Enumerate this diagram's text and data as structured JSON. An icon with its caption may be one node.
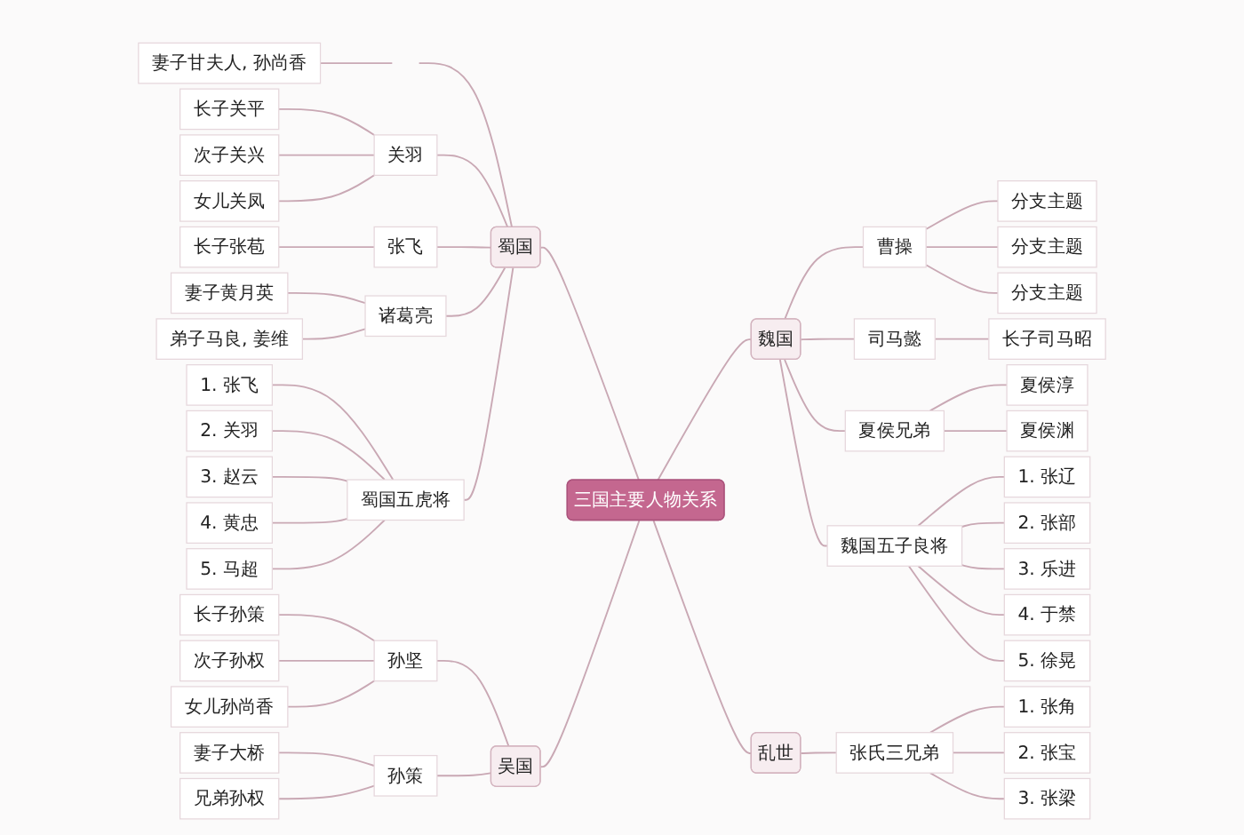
{
  "diagram": {
    "nodes": [
      {
        "text": [
          "三国主要人物关系"
        ]
      },
      {
        "text": [
          "蜀国"
        ]
      },
      {
        "text": [
          "妻子甘夫人, 孙尚香"
        ]
      },
      {
        "text": [
          "关羽"
        ]
      },
      {
        "text": [
          "长子关平"
        ]
      },
      {
        "text": [
          "次子关兴"
        ]
      },
      {
        "text": [
          "女儿关凤"
        ]
      },
      {
        "text": [
          "张飞"
        ]
      },
      {
        "text": [
          "长子张苞"
        ]
      },
      {
        "text": [
          "诸葛亮"
        ]
      },
      {
        "text": [
          "妻子黄月英"
        ]
      },
      {
        "text": [
          "弟子马良, 姜维"
        ]
      },
      {
        "text": [
          "蜀国五虎将"
        ]
      },
      {
        "text": [
          "1. 张飞"
        ]
      },
      {
        "text": [
          "2. 关羽"
        ]
      },
      {
        "text": [
          "3. 赵云"
        ]
      },
      {
        "text": [
          "4. 黄忠"
        ]
      },
      {
        "text": [
          "5. 马超"
        ]
      },
      {
        "text": [
          "吴国"
        ]
      },
      {
        "text": [
          "孙坚"
        ]
      },
      {
        "text": [
          "长子孙策"
        ]
      },
      {
        "text": [
          "次子孙权"
        ]
      },
      {
        "text": [
          "女儿孙尚香"
        ]
      },
      {
        "text": [
          "孙策"
        ]
      },
      {
        "text": [
          "妻子大桥"
        ]
      },
      {
        "text": [
          "兄弟孙权"
        ]
      },
      {
        "text": [
          "魏国"
        ]
      },
      {
        "text": [
          "曹操"
        ]
      },
      {
        "text": [
          "分支主题"
        ]
      },
      {
        "text": [
          "分支主题"
        ]
      },
      {
        "text": [
          "分支主题"
        ]
      },
      {
        "text": [
          "司马懿"
        ]
      },
      {
        "text": [
          "长子司马昭"
        ]
      },
      {
        "text": [
          "夏侯兄弟"
        ]
      },
      {
        "text": [
          "夏侯淳"
        ]
      },
      {
        "text": [
          "夏侯渊"
        ]
      },
      {
        "text": [
          "魏国五子良将"
        ]
      },
      {
        "text": [
          "1. 张辽"
        ]
      },
      {
        "text": [
          "2. 张部"
        ]
      },
      {
        "text": [
          "3. 乐进"
        ]
      },
      {
        "text": [
          "4. 于禁"
        ]
      },
      {
        "text": [
          "5. 徐晃"
        ]
      },
      {
        "text": [
          "乱世"
        ]
      },
      {
        "text": [
          "张氏三兄弟"
        ]
      },
      {
        "text": [
          "1. 张角"
        ]
      },
      {
        "text": [
          "2. 张宝"
        ]
      },
      {
        "text": [
          "3. 张梁"
        ]
      }
    ],
    "edges": [
      {
        "from": 1,
        "to": 0,
        "arrow": "none"
      },
      {
        "from": 2,
        "to": null,
        "arrow": "none"
      },
      {
        "from": null,
        "to": 1,
        "arrow": "none"
      },
      {
        "from": 3,
        "to": 1,
        "arrow": "none"
      },
      {
        "from": 4,
        "to": 3,
        "arrow": "none"
      },
      {
        "from": 5,
        "to": 3,
        "arrow": "none"
      },
      {
        "from": 6,
        "to": 3,
        "arrow": "none"
      },
      {
        "from": 7,
        "to": 1,
        "arrow": "none"
      },
      {
        "from": 8,
        "to": 7,
        "arrow": "none"
      },
      {
        "from": 9,
        "to": 1,
        "arrow": "none"
      },
      {
        "from": 10,
        "to": 9,
        "arrow": "none"
      },
      {
        "from": 11,
        "to": 9,
        "arrow": "none"
      },
      {
        "from": 12,
        "to": 1,
        "arrow": "none"
      },
      {
        "from": 13,
        "to": 12,
        "arrow": "none"
      },
      {
        "from": 14,
        "to": 12,
        "arrow": "none"
      },
      {
        "from": 15,
        "to": 12,
        "arrow": "none"
      },
      {
        "from": 16,
        "to": 12,
        "arrow": "none"
      },
      {
        "from": 17,
        "to": 12,
        "arrow": "none"
      },
      {
        "from": 18,
        "to": 0,
        "arrow": "none"
      },
      {
        "from": 19,
        "to": 18,
        "arrow": "none"
      },
      {
        "from": 20,
        "to": 19,
        "arrow": "none"
      },
      {
        "from": 21,
        "to": 19,
        "arrow": "none"
      },
      {
        "from": 22,
        "to": 19,
        "arrow": "none"
      },
      {
        "from": 23,
        "to": 18,
        "arrow": "none"
      },
      {
        "from": 24,
        "to": 23,
        "arrow": "none"
      },
      {
        "from": 25,
        "to": 23,
        "arrow": "none"
      },
      {
        "from": 0,
        "to": 26,
        "arrow": "none"
      },
      {
        "from": 26,
        "to": 27,
        "arrow": "none"
      },
      {
        "from": 27,
        "to": 28,
        "arrow": "none"
      },
      {
        "from": 27,
        "to": 29,
        "arrow": "none"
      },
      {
        "from": 27,
        "to": 30,
        "arrow": "none"
      },
      {
        "from": 26,
        "to": 31,
        "arrow": "none"
      },
      {
        "from": 31,
        "to": 32,
        "arrow": "none"
      },
      {
        "from": 26,
        "to": 33,
        "arrow": "none"
      },
      {
        "from": 33,
        "to": 34,
        "arrow": "none"
      },
      {
        "from": 33,
        "to": 35,
        "arrow": "none"
      },
      {
        "from": 26,
        "to": 36,
        "arrow": "none"
      },
      {
        "from": 36,
        "to": 37,
        "arrow": "none"
      },
      {
        "from": 36,
        "to": 38,
        "arrow": "none"
      },
      {
        "from": 36,
        "to": 39,
        "arrow": "none"
      },
      {
        "from": 36,
        "to": 40,
        "arrow": "none"
      },
      {
        "from": 36,
        "to": 41,
        "arrow": "none"
      },
      {
        "from": 0,
        "to": 42,
        "arrow": "none"
      },
      {
        "from": 42,
        "to": 43,
        "arrow": "none"
      },
      {
        "from": 43,
        "to": 44,
        "arrow": "none"
      },
      {
        "from": 43,
        "to": 45,
        "arrow": "none"
      },
      {
        "from": 43,
        "to": 46,
        "arrow": "none"
      }
    ]
  }
}
